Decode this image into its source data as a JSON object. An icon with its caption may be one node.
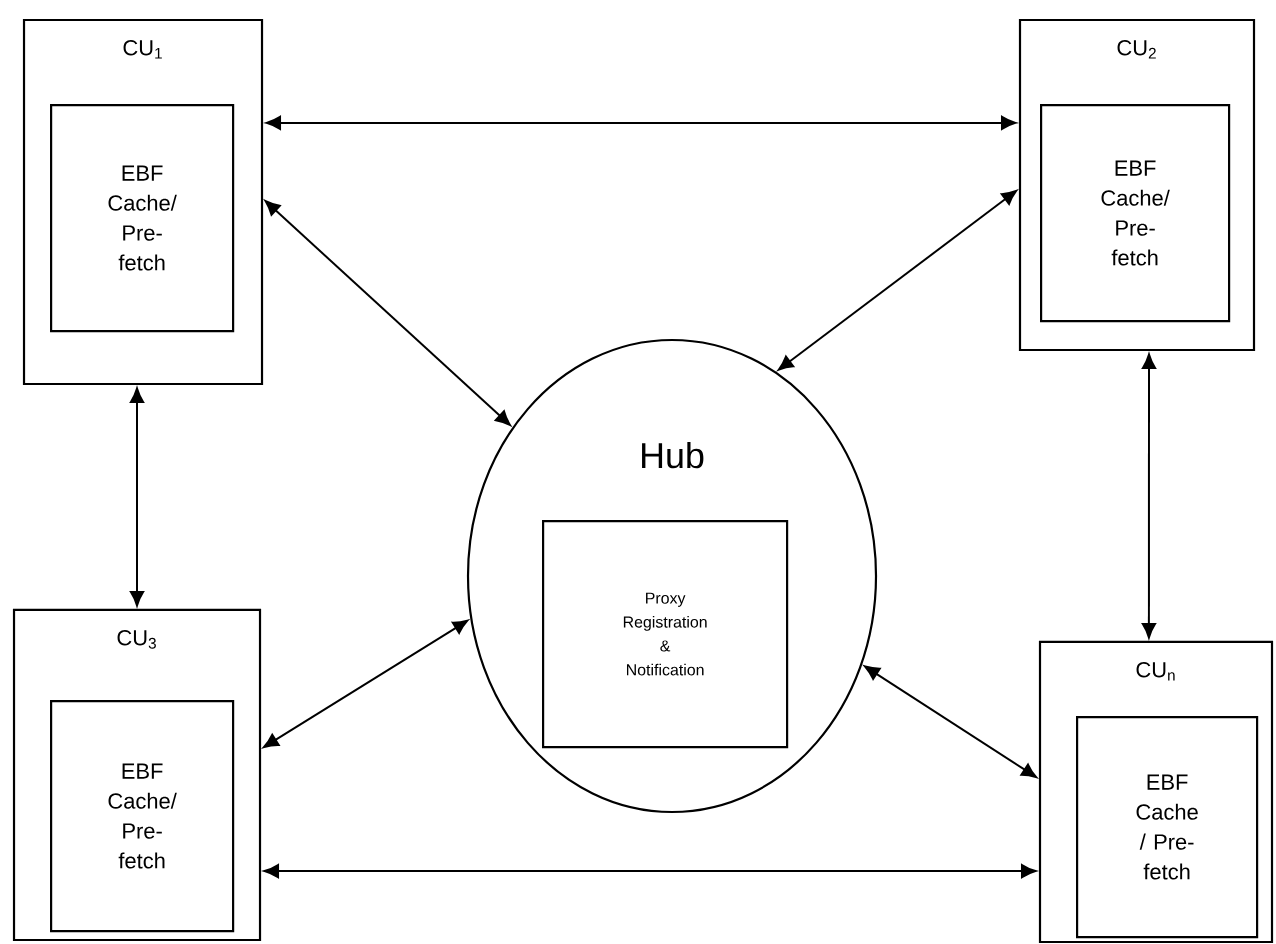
{
  "diagram": {
    "nodes": [
      {
        "text": [
          "CU$_{1}$"
        ]
      },
      {
        "text": [
          "EBF Cache/ Pre-fetch"
        ],
        "in": 0
      },
      {
        "text": [
          "CU$_{2}$"
        ]
      },
      {
        "text": [
          "EBF Cache/ Pre-fetch"
        ],
        "in": 2
      },
      {
        "text": [
          "Hub"
        ]
      },
      {
        "text": [
          "Proxy Registration & Notification"
        ],
        "in": 4
      },
      {
        "text": [
          "CU$_{3}$"
        ]
      },
      {
        "text": [
          "EBF Cache/ Pre-fetch"
        ],
        "in": 6
      },
      {
        "text": [
          "CU$_{n}$"
        ]
      },
      {
        "text": [
          "EBF Cache / Pre-fetch"
        ],
        "in": 8
      }
    ],
    "edges": [
      {
        "from": 0,
        "to": 2,
        "arrow": "both"
      },
      {
        "from": 0,
        "to": 4,
        "arrow": "both"
      },
      {
        "from": 2,
        "to": 4,
        "arrow": "both"
      },
      {
        "from": 0,
        "to": 6,
        "arrow": "both"
      },
      {
        "from": 2,
        "to": 8,
        "arrow": "both"
      },
      {
        "from": 6,
        "to": 4,
        "arrow": "both"
      },
      {
        "from": 4,
        "to": 8,
        "arrow": "both"
      },
      {
        "from": 6,
        "to": 8,
        "arrow": "both"
      }
    ]
  }
}
